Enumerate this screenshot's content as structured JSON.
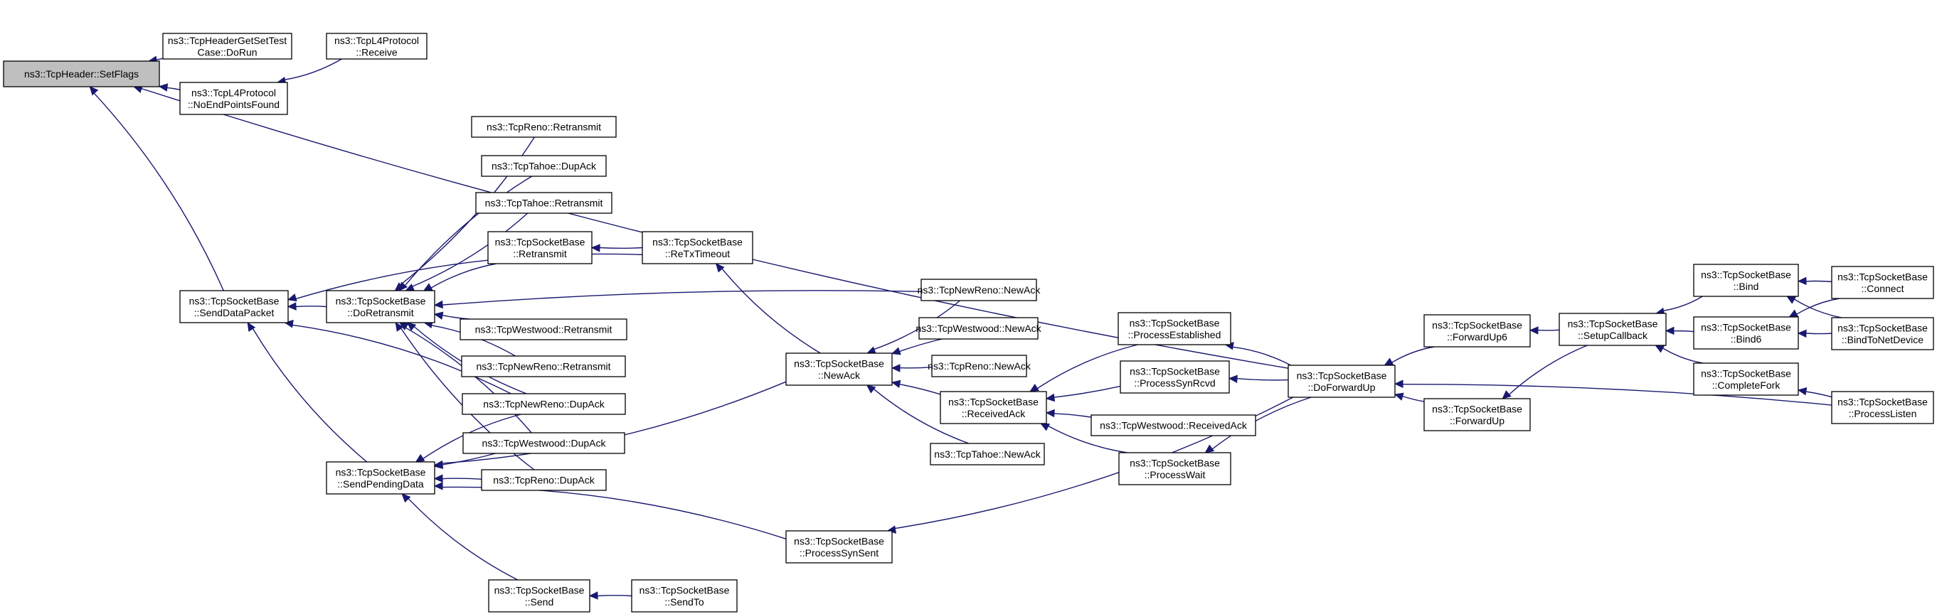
{
  "graph": {
    "title": "ns3::TcpHeader::SetFlags caller graph",
    "edge_color": "#191970",
    "node_fill": "#ffffff",
    "root_fill": "#bfbfbf",
    "nodes": [
      {
        "id": "setflags",
        "lines": [
          "ns3::TcpHeader::SetFlags"
        ],
        "root": true
      },
      {
        "id": "hdrtest",
        "lines": [
          "ns3::TcpHeaderGetSetTest",
          "Case::DoRun"
        ]
      },
      {
        "id": "noendpoints",
        "lines": [
          "ns3::TcpL4Protocol",
          "::NoEndPointsFound"
        ]
      },
      {
        "id": "l4receive",
        "lines": [
          "ns3::TcpL4Protocol",
          "::Receive"
        ]
      },
      {
        "id": "senddatapacket",
        "lines": [
          "ns3::TcpSocketBase",
          "::SendDataPacket"
        ]
      },
      {
        "id": "sendpendingdata",
        "lines": [
          "ns3::TcpSocketBase",
          "::SendPendingData"
        ]
      },
      {
        "id": "doretransmit",
        "lines": [
          "ns3::TcpSocketBase",
          "::DoRetransmit"
        ]
      },
      {
        "id": "renoretx",
        "lines": [
          "ns3::TcpReno::Retransmit"
        ]
      },
      {
        "id": "tahoedup",
        "lines": [
          "ns3::TcpTahoe::DupAck"
        ]
      },
      {
        "id": "tahoeretx",
        "lines": [
          "ns3::TcpTahoe::Retransmit"
        ]
      },
      {
        "id": "sbretransmit",
        "lines": [
          "ns3::TcpSocketBase",
          "::Retransmit"
        ]
      },
      {
        "id": "westretx",
        "lines": [
          "ns3::TcpWestwood::Retransmit"
        ]
      },
      {
        "id": "newrenoretx",
        "lines": [
          "ns3::TcpNewReno::Retransmit"
        ]
      },
      {
        "id": "newrenodup",
        "lines": [
          "ns3::TcpNewReno::DupAck"
        ]
      },
      {
        "id": "westdup",
        "lines": [
          "ns3::TcpWestwood::DupAck"
        ]
      },
      {
        "id": "renodup",
        "lines": [
          "ns3::TcpReno::DupAck"
        ]
      },
      {
        "id": "send",
        "lines": [
          "ns3::TcpSocketBase",
          "::Send"
        ]
      },
      {
        "id": "sendto",
        "lines": [
          "ns3::TcpSocketBase",
          "::SendTo"
        ]
      },
      {
        "id": "retxtimeout",
        "lines": [
          "ns3::TcpSocketBase",
          "::ReTxTimeout"
        ]
      },
      {
        "id": "newack",
        "lines": [
          "ns3::TcpSocketBase",
          "::NewAck"
        ]
      },
      {
        "id": "processsynsent",
        "lines": [
          "ns3::TcpSocketBase",
          "::ProcessSynSent"
        ]
      },
      {
        "id": "newrenonewack",
        "lines": [
          "ns3::TcpNewReno::NewAck"
        ]
      },
      {
        "id": "westnewack",
        "lines": [
          "ns3::TcpWestwood::NewAck"
        ]
      },
      {
        "id": "renonewack",
        "lines": [
          "ns3::TcpReno::NewAck"
        ]
      },
      {
        "id": "receivedack",
        "lines": [
          "ns3::TcpSocketBase",
          "::ReceivedAck"
        ]
      },
      {
        "id": "tahoenewack",
        "lines": [
          "ns3::TcpTahoe::NewAck"
        ]
      },
      {
        "id": "procestablished",
        "lines": [
          "ns3::TcpSocketBase",
          "::ProcessEstablished"
        ]
      },
      {
        "id": "procsynrcvd",
        "lines": [
          "ns3::TcpSocketBase",
          "::ProcessSynRcvd"
        ]
      },
      {
        "id": "westreceivedack",
        "lines": [
          "ns3::TcpWestwood::ReceivedAck"
        ]
      },
      {
        "id": "procwait",
        "lines": [
          "ns3::TcpSocketBase",
          "::ProcessWait"
        ]
      },
      {
        "id": "doforwardup",
        "lines": [
          "ns3::TcpSocketBase",
          "::DoForwardUp"
        ]
      },
      {
        "id": "forwardup6",
        "lines": [
          "ns3::TcpSocketBase",
          "::ForwardUp6"
        ]
      },
      {
        "id": "forwardup",
        "lines": [
          "ns3::TcpSocketBase",
          "::ForwardUp"
        ]
      },
      {
        "id": "setupcallback",
        "lines": [
          "ns3::TcpSocketBase",
          "::SetupCallback"
        ]
      },
      {
        "id": "bind",
        "lines": [
          "ns3::TcpSocketBase",
          "::Bind"
        ]
      },
      {
        "id": "bind6",
        "lines": [
          "ns3::TcpSocketBase",
          "::Bind6"
        ]
      },
      {
        "id": "completefork",
        "lines": [
          "ns3::TcpSocketBase",
          "::CompleteFork"
        ]
      },
      {
        "id": "connect",
        "lines": [
          "ns3::TcpSocketBase",
          "::Connect"
        ]
      },
      {
        "id": "bindtonetdevice",
        "lines": [
          "ns3::TcpSocketBase",
          "::BindToNetDevice"
        ]
      },
      {
        "id": "processlisten",
        "lines": [
          "ns3::TcpSocketBase",
          "::ProcessListen"
        ]
      }
    ],
    "edges": [
      {
        "caller": "hdrtest",
        "callee": "setflags"
      },
      {
        "caller": "noendpoints",
        "callee": "setflags"
      },
      {
        "caller": "l4receive",
        "callee": "noendpoints"
      },
      {
        "caller": "senddatapacket",
        "callee": "setflags"
      },
      {
        "caller": "doforwardup",
        "callee": "setflags"
      },
      {
        "caller": "doretransmit",
        "callee": "senddatapacket"
      },
      {
        "caller": "sendpendingdata",
        "callee": "senddatapacket"
      },
      {
        "caller": "newrenodup",
        "callee": "senddatapacket"
      },
      {
        "caller": "renoretx",
        "callee": "doretransmit"
      },
      {
        "caller": "tahoedup",
        "callee": "doretransmit"
      },
      {
        "caller": "tahoeretx",
        "callee": "doretransmit"
      },
      {
        "caller": "sbretransmit",
        "callee": "doretransmit"
      },
      {
        "caller": "westretx",
        "callee": "doretransmit"
      },
      {
        "caller": "newrenoretx",
        "callee": "doretransmit"
      },
      {
        "caller": "newrenodup",
        "callee": "doretransmit"
      },
      {
        "caller": "westdup",
        "callee": "doretransmit"
      },
      {
        "caller": "renodup",
        "callee": "doretransmit"
      },
      {
        "caller": "newrenonewack",
        "callee": "doretransmit"
      },
      {
        "caller": "retxtimeout",
        "callee": "sbretransmit"
      },
      {
        "caller": "retxtimeout",
        "callee": "senddatapacket"
      },
      {
        "caller": "newack",
        "callee": "retxtimeout"
      },
      {
        "caller": "newrenodup",
        "callee": "sendpendingdata"
      },
      {
        "caller": "westdup",
        "callee": "sendpendingdata"
      },
      {
        "caller": "renodup",
        "callee": "sendpendingdata"
      },
      {
        "caller": "newack",
        "callee": "sendpendingdata"
      },
      {
        "caller": "processsynsent",
        "callee": "sendpendingdata"
      },
      {
        "caller": "send",
        "callee": "sendpendingdata"
      },
      {
        "caller": "sendto",
        "callee": "send"
      },
      {
        "caller": "newrenonewack",
        "callee": "newack"
      },
      {
        "caller": "westnewack",
        "callee": "newack"
      },
      {
        "caller": "renonewack",
        "callee": "newack"
      },
      {
        "caller": "receivedack",
        "callee": "newack"
      },
      {
        "caller": "tahoenewack",
        "callee": "newack"
      },
      {
        "caller": "procestablished",
        "callee": "receivedack"
      },
      {
        "caller": "procsynrcvd",
        "callee": "receivedack"
      },
      {
        "caller": "westreceivedack",
        "callee": "receivedack"
      },
      {
        "caller": "procwait",
        "callee": "receivedack"
      },
      {
        "caller": "doforwardup",
        "callee": "procestablished"
      },
      {
        "caller": "doforwardup",
        "callee": "procsynrcvd"
      },
      {
        "caller": "doforwardup",
        "callee": "procwait"
      },
      {
        "caller": "doforwardup",
        "callee": "processsynsent"
      },
      {
        "caller": "forwardup6",
        "callee": "doforwardup"
      },
      {
        "caller": "forwardup",
        "callee": "doforwardup"
      },
      {
        "caller": "processlisten",
        "callee": "doforwardup"
      },
      {
        "caller": "setupcallback",
        "callee": "forwardup6"
      },
      {
        "caller": "setupcallback",
        "callee": "forwardup"
      },
      {
        "caller": "bind",
        "callee": "setupcallback"
      },
      {
        "caller": "bind6",
        "callee": "setupcallback"
      },
      {
        "caller": "completefork",
        "callee": "setupcallback"
      },
      {
        "caller": "connect",
        "callee": "bind"
      },
      {
        "caller": "bindtonetdevice",
        "callee": "bind"
      },
      {
        "caller": "connect",
        "callee": "bind6"
      },
      {
        "caller": "bindtonetdevice",
        "callee": "bind6"
      },
      {
        "caller": "processlisten",
        "callee": "completefork"
      }
    ]
  }
}
